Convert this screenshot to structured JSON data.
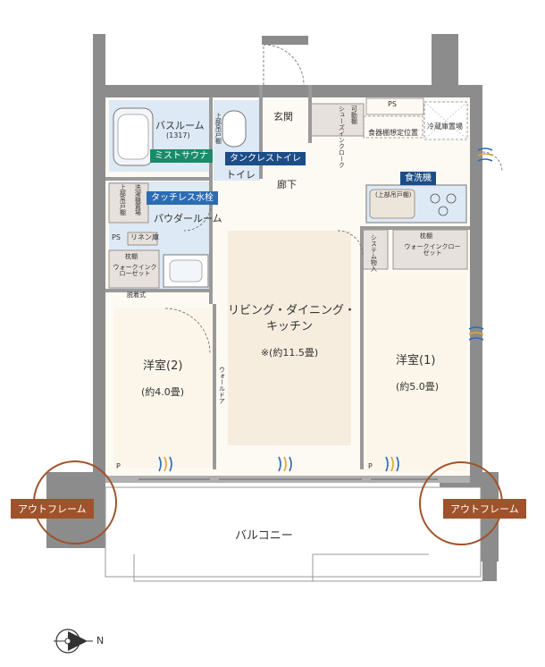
{
  "rooms": {
    "bath_name": "バスルーム",
    "bath_size": "(1317)",
    "toilet": "トイレ",
    "upper_cabinet_toilet": "上部吊戸棚",
    "entrance": "玄関",
    "movable_shelf": "可動棚",
    "shoes_in_closet": "シューズインクローク",
    "ps_top": "PS",
    "fridge_place": "冷蔵庫置場",
    "dish_shelf_place": "食器棚想定位置",
    "corridor": "廊下",
    "washer_place": "洗濯機置場",
    "upper_cabinet_powder": "上部吊戸棚",
    "powder_room": "パウダールーム",
    "ps_left": "PS",
    "linen": "リネン庫",
    "wic_left_shelf": "枕棚",
    "wic_left_name": "ウォークインクローゼット",
    "stand_type": "脱着式",
    "kitchen_upper_cabinet": "(上部吊戸棚)",
    "system_storage": "システム物入",
    "wic_right_shelf": "枕棚",
    "wic_right_name": "ウォークインクローゼット",
    "ldk_line1": "リビング・ダイニング・",
    "ldk_line2": "キッチン",
    "ldk_size": "※(約11.5畳)",
    "western2_name": "洋室(2)",
    "western2_size": "(約4.0畳)",
    "wall_door": "ウォールドア",
    "western1_name": "洋室(1)",
    "western1_size": "(約5.0畳)",
    "p_left": "P",
    "p_right": "P",
    "balcony": "バルコニー"
  },
  "tags": {
    "mist_sauna": "ミストサウナ",
    "tankless_toilet": "タンクレストイレ",
    "touchless_faucet": "タッチレス水栓",
    "dishwasher": "食洗機"
  },
  "frames": {
    "left": "アウトフレーム",
    "right": "アウトフレーム"
  },
  "compass": {
    "north": "N"
  },
  "colors": {
    "wall": "#8c8c8c",
    "ldk_floor": "#f7eddf",
    "room_floor": "#fbf5ea",
    "wet_area": "#dde9f5",
    "storage": "#e6e1dc",
    "frame_accent": "#a0532a",
    "mist_tag": "#1b8a6b",
    "blue_tag": "#2b6cb3"
  }
}
